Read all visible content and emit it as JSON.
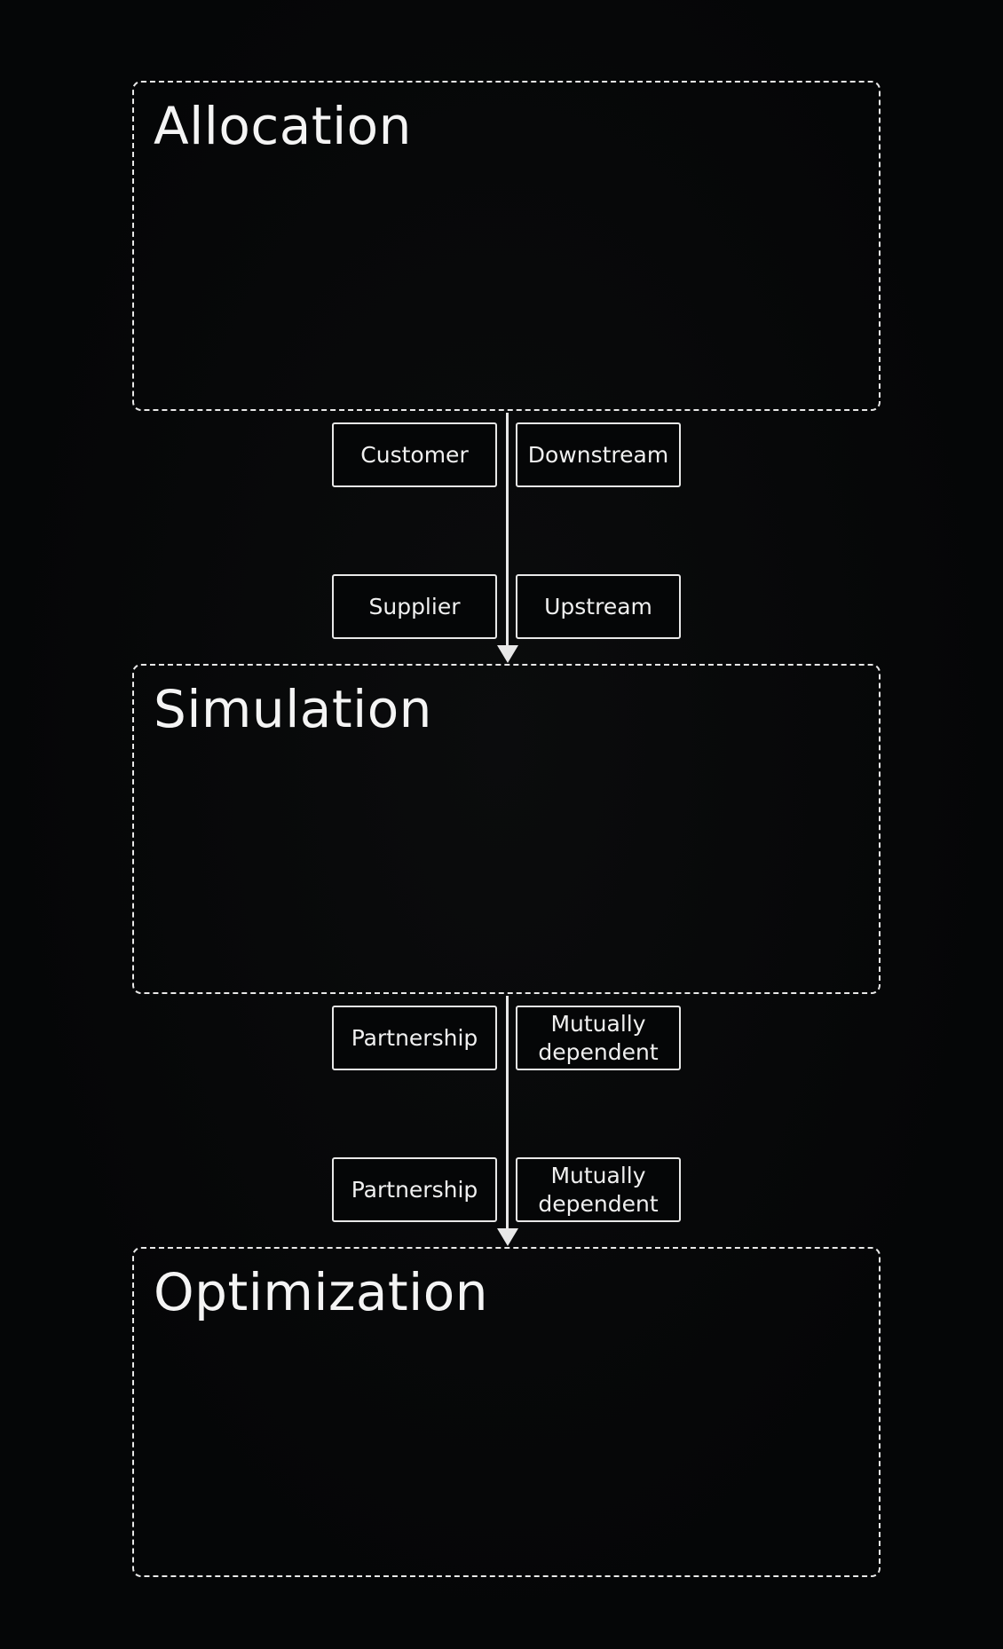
{
  "stages": [
    {
      "title": "Allocation"
    },
    {
      "title": "Simulation"
    },
    {
      "title": "Optimization"
    }
  ],
  "transitions": [
    {
      "labels": {
        "top_left": "Customer",
        "top_right": "Downstream",
        "bottom_left": "Supplier",
        "bottom_right": "Upstream"
      }
    },
    {
      "labels": {
        "top_left": "Partnership",
        "top_right": "Mutually\ndependent",
        "bottom_left": "Partnership",
        "bottom_right": "Mutually\ndependent"
      }
    }
  ],
  "colors": {
    "background": "#050607",
    "stroke": "#e8e8e8",
    "text": "#f2f2f2"
  }
}
